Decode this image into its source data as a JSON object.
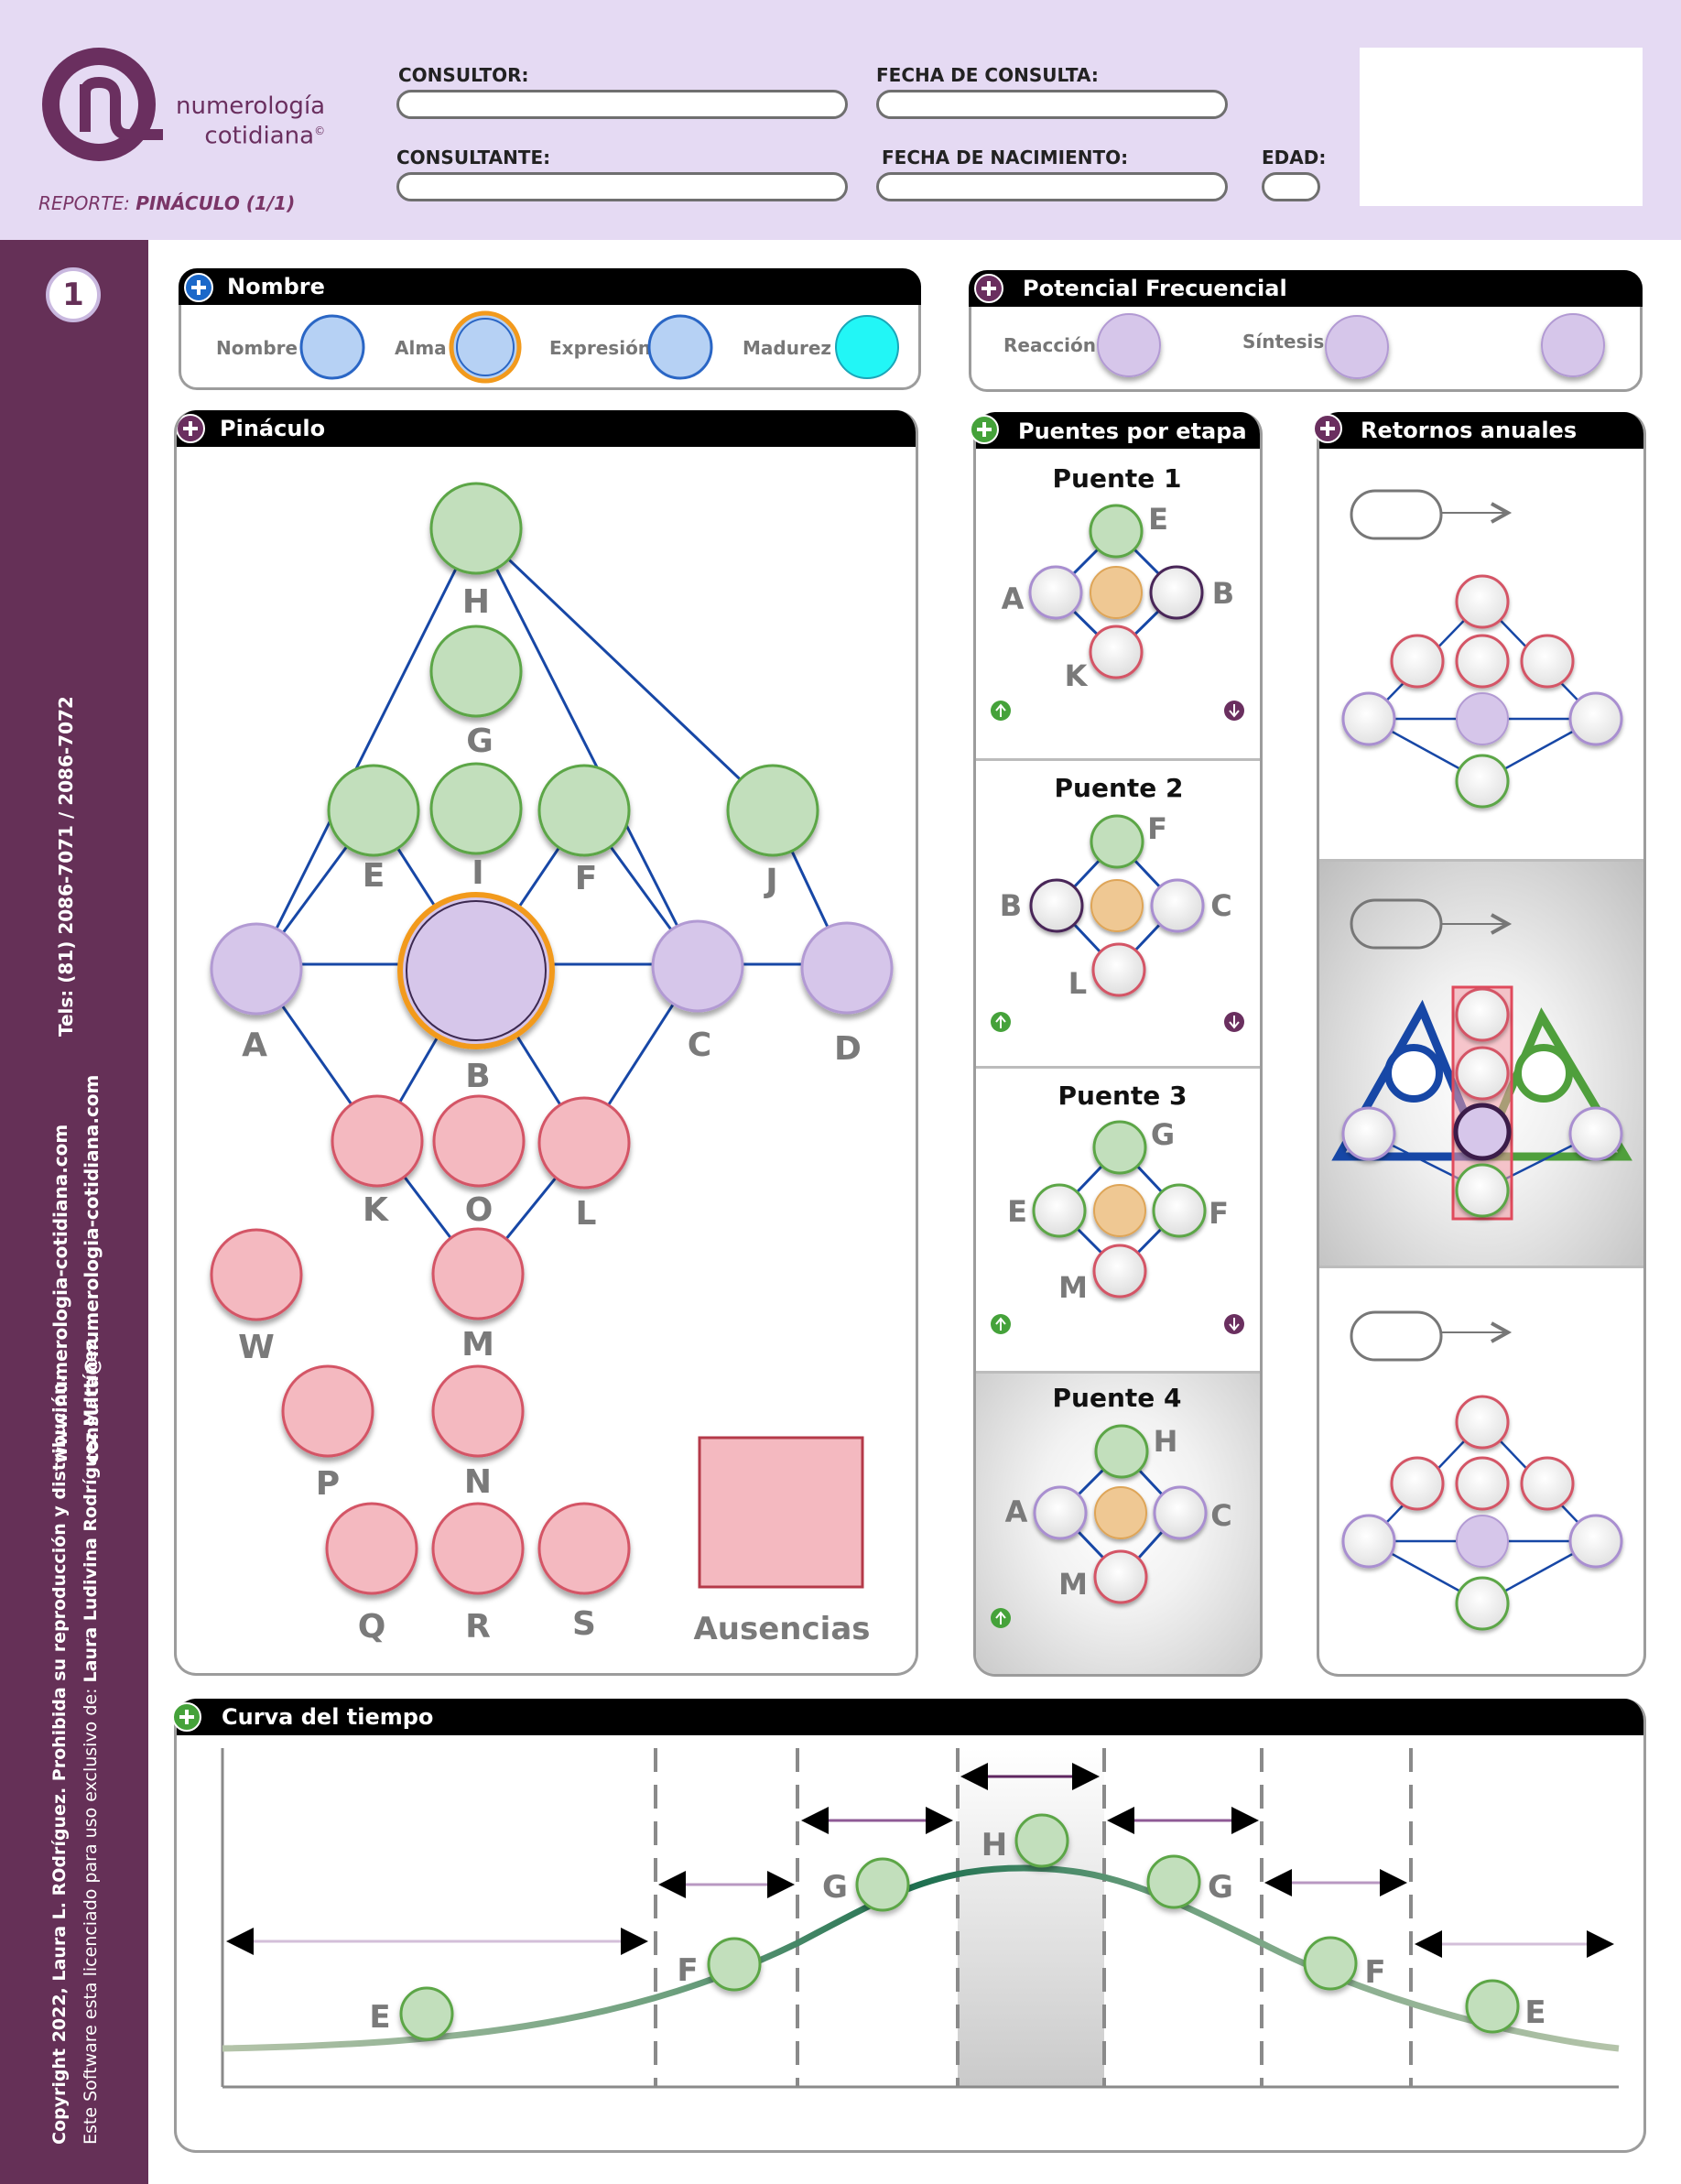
{
  "header": {
    "brand_line1": "numerología",
    "brand_line2": "cotidiana",
    "brand_mark": "©",
    "report_prefix": "REPORTE:",
    "report_name": "PINÁCULO (1/1)",
    "consultor_label": "CONSULTOR:",
    "fecha_consulta_label": "FECHA DE CONSULTA:",
    "consultante_label": "CONSULTANTE:",
    "fecha_nacimiento_label": "FECHA DE NACIMIENTO:",
    "edad_label": "EDAD:"
  },
  "sidebar": {
    "page_number": "1",
    "phones": "Tels: (81) 2086-7071 / 2086-7072",
    "website": "www.numerologia-cotidiana.com",
    "email": "consulta@numerologia-cotidiana.com",
    "copyright": "Copyright 2022, Laura L. ROdríguez. Prohibida su reproducción y distribución.",
    "license_prefix": "Este  Software esta licenciado para uso exclusivo de:",
    "license_name": "Laura Ludivina Rodríguez Martínez"
  },
  "nombre_panel": {
    "title": "Nombre",
    "items": [
      "Nombre",
      "Alma",
      "Expresión",
      "Madurez"
    ]
  },
  "potencial_panel": {
    "title": "Potencial Frecuencial",
    "items": [
      "Reacción",
      "Síntesis"
    ]
  },
  "pinaculo": {
    "title": "Pináculo",
    "labels": {
      "H": "H",
      "G": "G",
      "E": "E",
      "I": "I",
      "F": "F",
      "J": "J",
      "A": "A",
      "B": "B",
      "C": "C",
      "D": "D",
      "K": "K",
      "O": "O",
      "L": "L",
      "W": "W",
      "M": "M",
      "P": "P",
      "N": "N",
      "Q": "Q",
      "R": "R",
      "S": "S"
    },
    "ausencias": "Ausencias"
  },
  "puentes": {
    "title": "Puentes por etapa",
    "items": [
      {
        "title": "Puente 1",
        "top": "E",
        "left": "A",
        "right": "B",
        "bottom": "K"
      },
      {
        "title": "Puente 2",
        "top": "F",
        "left": "B",
        "right": "C",
        "bottom": "L"
      },
      {
        "title": "Puente 3",
        "top": "G",
        "left": "E",
        "right": "F",
        "bottom": "M"
      },
      {
        "title": "Puente 4",
        "top": "H",
        "left": "A",
        "right": "C",
        "bottom": "M"
      }
    ]
  },
  "retornos": {
    "title": "Retornos anuales"
  },
  "curva": {
    "title": "Curva del tiempo",
    "labels": [
      "E",
      "F",
      "G",
      "H",
      "G",
      "F",
      "E"
    ]
  },
  "colors": {
    "header_bg": "#e5daf3",
    "sidebar_bg": "#653057",
    "green_node": "#c2dfbc",
    "pink_node": "#f4b9c0",
    "purple_node": "#d6c6ea",
    "blue_node": "#b6d1f4",
    "cyan_node": "#22f6f6",
    "peach_node": "#efc893",
    "line_blue": "#1747a6",
    "curve_green": "#1d6f4f"
  }
}
